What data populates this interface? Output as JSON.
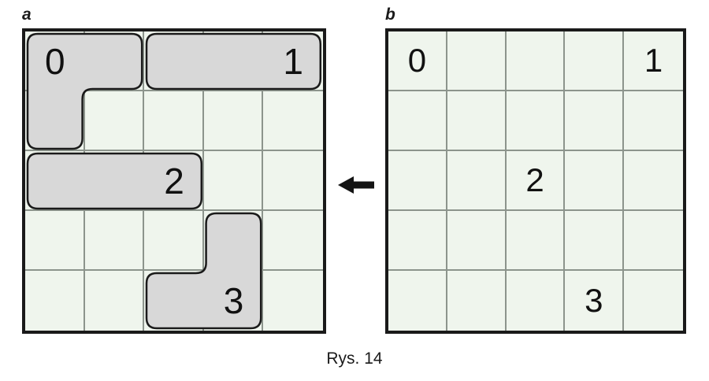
{
  "figure": {
    "caption": "Rys. 14",
    "panels": [
      {
        "id": "a",
        "label": "a"
      },
      {
        "id": "b",
        "label": "b"
      }
    ],
    "arrow": {
      "name": "left-arrow",
      "direction": "left"
    },
    "colors": {
      "cell_fill": "#eff5ed",
      "grid_line": "#8c948c",
      "board_border": "#1a1a1a",
      "piece_fill": "#d8d8d8",
      "piece_stroke": "#1a1a1a",
      "text": "#111111"
    }
  },
  "board_a": {
    "rows": 5,
    "cols": 5,
    "pieces": [
      {
        "id": "0",
        "label": "0",
        "shape": "L",
        "cells": [
          [
            0,
            0
          ],
          [
            0,
            1
          ],
          [
            1,
            0
          ]
        ],
        "label_cell": [
          0,
          0
        ]
      },
      {
        "id": "1",
        "label": "1",
        "shape": "I3",
        "cells": [
          [
            0,
            2
          ],
          [
            0,
            3
          ],
          [
            0,
            4
          ]
        ],
        "label_cell": [
          0,
          4
        ]
      },
      {
        "id": "2",
        "label": "2",
        "shape": "I3",
        "cells": [
          [
            2,
            0
          ],
          [
            2,
            1
          ],
          [
            2,
            2
          ]
        ],
        "label_cell": [
          2,
          2
        ]
      },
      {
        "id": "3",
        "label": "3",
        "shape": "L",
        "cells": [
          [
            3,
            3
          ],
          [
            4,
            2
          ],
          [
            4,
            3
          ]
        ],
        "label_cell": [
          4,
          3
        ]
      }
    ]
  },
  "board_b": {
    "rows": 5,
    "cols": 5,
    "labels": [
      {
        "value": "0",
        "row": 0,
        "col": 0
      },
      {
        "value": "1",
        "row": 0,
        "col": 4
      },
      {
        "value": "2",
        "row": 2,
        "col": 2
      },
      {
        "value": "3",
        "row": 4,
        "col": 3
      }
    ]
  },
  "chart_data": {
    "type": "table",
    "title": "Rys. 14",
    "xlabel": "",
    "ylabel": "",
    "panels": [
      "a",
      "b"
    ],
    "grid_size": [
      5,
      5
    ],
    "series": [
      {
        "name": "a",
        "values": [
          "0",
          "0",
          "1",
          "1",
          "1",
          "0",
          "",
          "",
          "",
          "",
          "2",
          "2",
          "2",
          "",
          "",
          "",
          "",
          "",
          "3",
          "",
          "",
          "",
          "3",
          "3",
          ""
        ]
      },
      {
        "name": "b",
        "values": [
          "0",
          "",
          "",
          "",
          "1",
          "",
          "",
          "",
          "",
          "",
          "",
          "",
          "2",
          "",
          "",
          "",
          "",
          "",
          "",
          "",
          "",
          "",
          "",
          "3",
          ""
        ]
      }
    ]
  }
}
